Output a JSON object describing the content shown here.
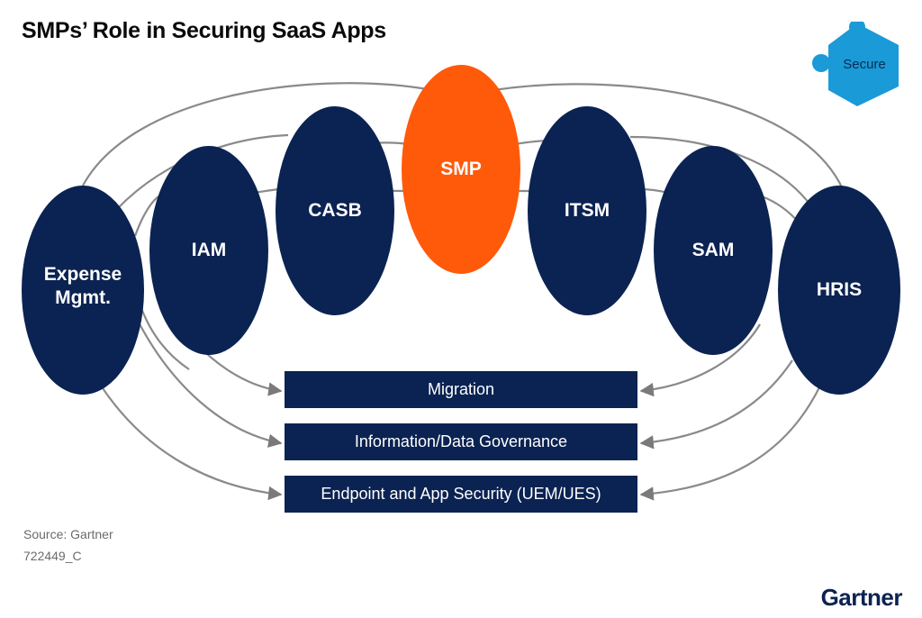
{
  "title": "SMPs’ Role in Securing SaaS Apps",
  "badge": {
    "label": "Secure",
    "color": "#1a9ad6",
    "icon": "puzzle-hexagon-icon"
  },
  "nodes": [
    {
      "id": "expense",
      "label": "Expense\nMgmt.",
      "color": "#0b2352"
    },
    {
      "id": "iam",
      "label": "IAM",
      "color": "#0b2352"
    },
    {
      "id": "casb",
      "label": "CASB",
      "color": "#0b2352"
    },
    {
      "id": "smp",
      "label": "SMP",
      "color": "#ff5a0a"
    },
    {
      "id": "itsm",
      "label": "ITSM",
      "color": "#0b2352"
    },
    {
      "id": "sam",
      "label": "SAM",
      "color": "#0b2352"
    },
    {
      "id": "hris",
      "label": "HRIS",
      "color": "#0b2352"
    }
  ],
  "outcomes": [
    {
      "label": "Migration"
    },
    {
      "label": "Information/Data Governance"
    },
    {
      "label": "Endpoint and App Security (UEM/UES)"
    }
  ],
  "source": "Source: Gartner",
  "code": "722449_C",
  "logo": "Gartner"
}
